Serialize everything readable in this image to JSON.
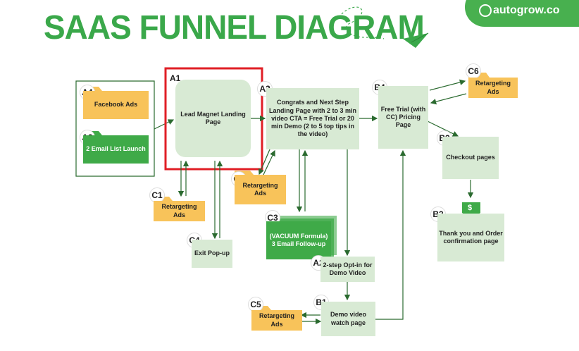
{
  "title": "SAAS FUNNEL DIAGRAM",
  "brand": "autogrow.co",
  "nodes": {
    "a4": {
      "badge": "A4",
      "text": "Facebook Ads"
    },
    "a3": {
      "badge": "A3",
      "text": "2 Email List Launch"
    },
    "a1": {
      "badge": "A1",
      "text": "Lead Magnet Landing Page"
    },
    "a2_top": {
      "badge": "A2",
      "text": "Congrats and Next Step Landing Page with 2 to 3 min video CTA = Free Trial or 20 min Demo (2 to 5 top tips in the video)"
    },
    "b4": {
      "badge": "B4",
      "text": "Free Trial (with CC) Pricing Page"
    },
    "c6": {
      "badge": "C6",
      "text": "Retargeting Ads"
    },
    "b2": {
      "badge": "B2",
      "text": "Checkout pages"
    },
    "b3": {
      "badge": "B3",
      "text": "Thank you and Order confirmation page"
    },
    "c2": {
      "badge": "C2",
      "text": "Retargeting Ads"
    },
    "c1": {
      "badge": "C1",
      "text": "Retargeting Ads"
    },
    "c3": {
      "badge": "C3",
      "text": "(VACUUM Formula) 3 Email Follow-up"
    },
    "c4": {
      "badge": "C4",
      "text": "Exit Pop-up"
    },
    "a2_bottom": {
      "badge": "A2",
      "text": "2-step Opt-in for Demo Video"
    },
    "c5": {
      "badge": "C5",
      "text": "Retargeting Ads"
    },
    "b1": {
      "badge": "B1",
      "text": "Demo video watch page"
    }
  },
  "dollar": "$",
  "colors": {
    "green": "#3aa84a",
    "light_green": "#d8ead4",
    "yellow": "#f8c35a",
    "highlight": "#e01f26"
  }
}
